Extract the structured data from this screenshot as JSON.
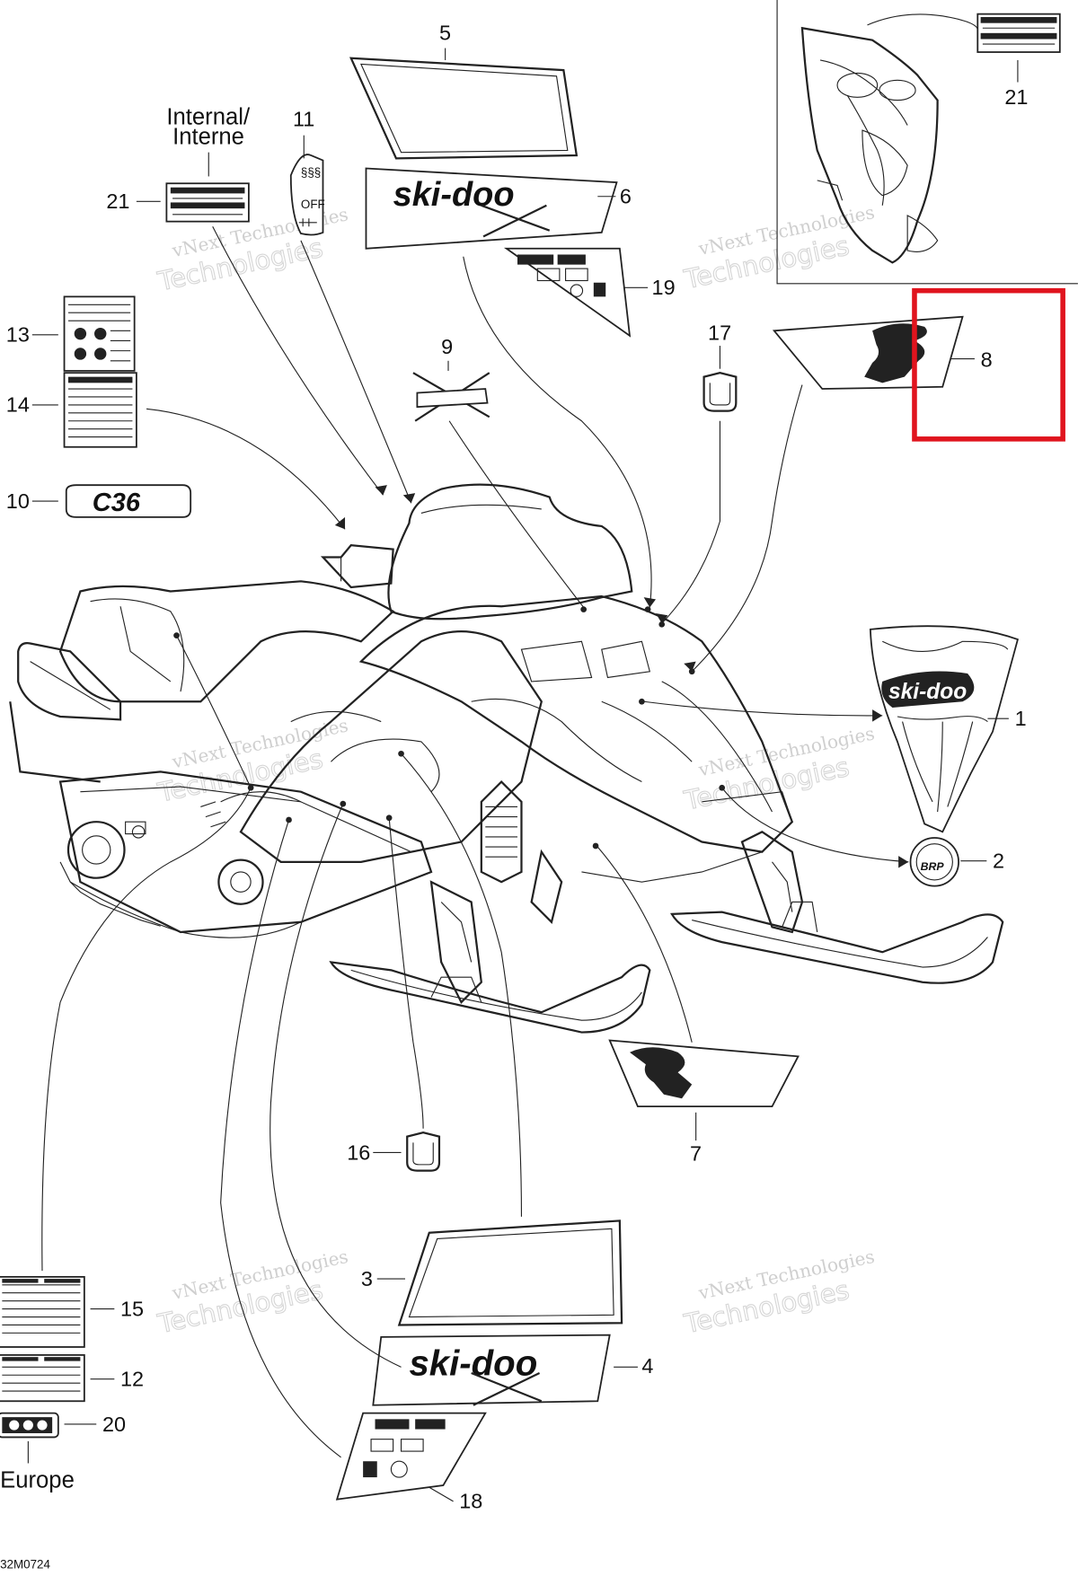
{
  "diagram": {
    "callouts": [
      {
        "num": "1"
      },
      {
        "num": "2"
      },
      {
        "num": "3"
      },
      {
        "num": "4"
      },
      {
        "num": "5"
      },
      {
        "num": "6"
      },
      {
        "num": "7"
      },
      {
        "num": "8"
      },
      {
        "num": "9"
      },
      {
        "num": "10"
      },
      {
        "num": "11"
      },
      {
        "num": "12"
      },
      {
        "num": "13"
      },
      {
        "num": "14"
      },
      {
        "num": "15"
      },
      {
        "num": "16"
      },
      {
        "num": "17"
      },
      {
        "num": "18"
      },
      {
        "num": "19"
      },
      {
        "num": "20"
      },
      {
        "num": "21"
      },
      {
        "num": "21"
      }
    ],
    "labels": {
      "internal_line1": "Internal/",
      "internal_line2": "Interne",
      "europe": "Europe"
    },
    "decal_text": {
      "skidoo": "ski-doo",
      "cobra": "C36",
      "brp": "BRP",
      "off": "OFF"
    },
    "watermark": {
      "line1": "vNext Technologies",
      "line2": "Technologies"
    },
    "drawing_code": "32M0724",
    "highlight": {
      "target_callout": "8",
      "color": "#e0141e"
    }
  }
}
